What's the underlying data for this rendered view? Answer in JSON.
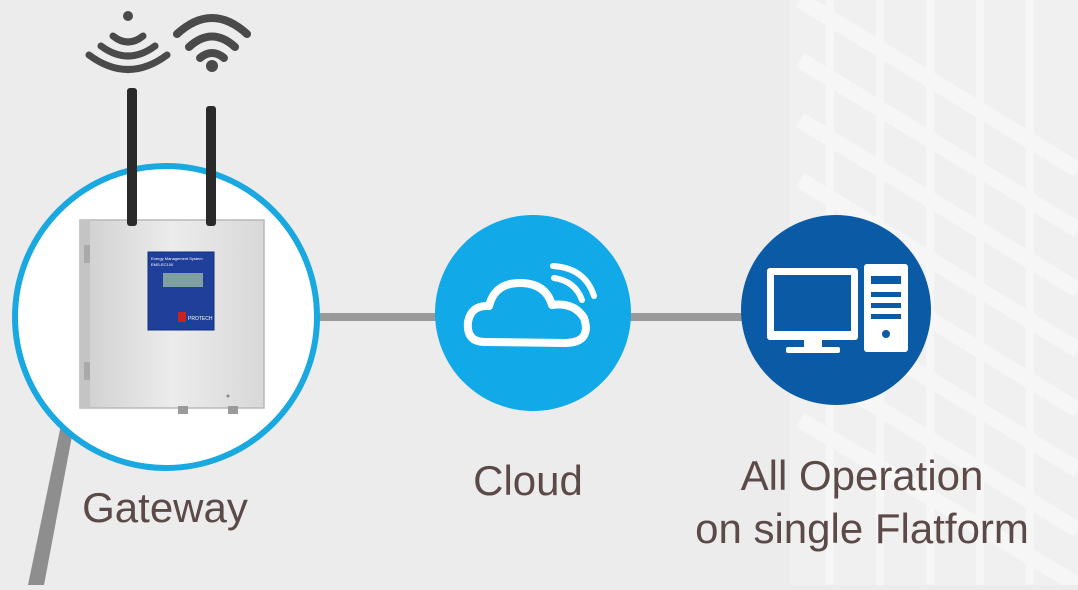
{
  "colors": {
    "background": "#ececec",
    "gateway_ring": "#19a8e0",
    "cloud_circle": "#11a9e8",
    "platform_circle": "#0a5aa6",
    "connector": "#9a9a9a",
    "label_text": "#5b4a48",
    "wireless_icon": "#4a4a4a"
  },
  "nodes": [
    {
      "id": "gateway",
      "label": "Gateway",
      "icon": "gateway-device-photo"
    },
    {
      "id": "cloud",
      "label": "Cloud",
      "icon": "cloud-icon"
    },
    {
      "id": "platform",
      "label_lines": [
        "All Operation",
        "on single Flatform"
      ],
      "icon": "desktop-computer-icon"
    }
  ],
  "icons": [
    "signal-broadcast-icon",
    "wifi-icon"
  ],
  "device": {
    "panel_title": "Energy Management System",
    "panel_model": "EMS-EC100",
    "brand": "PROTECH"
  }
}
